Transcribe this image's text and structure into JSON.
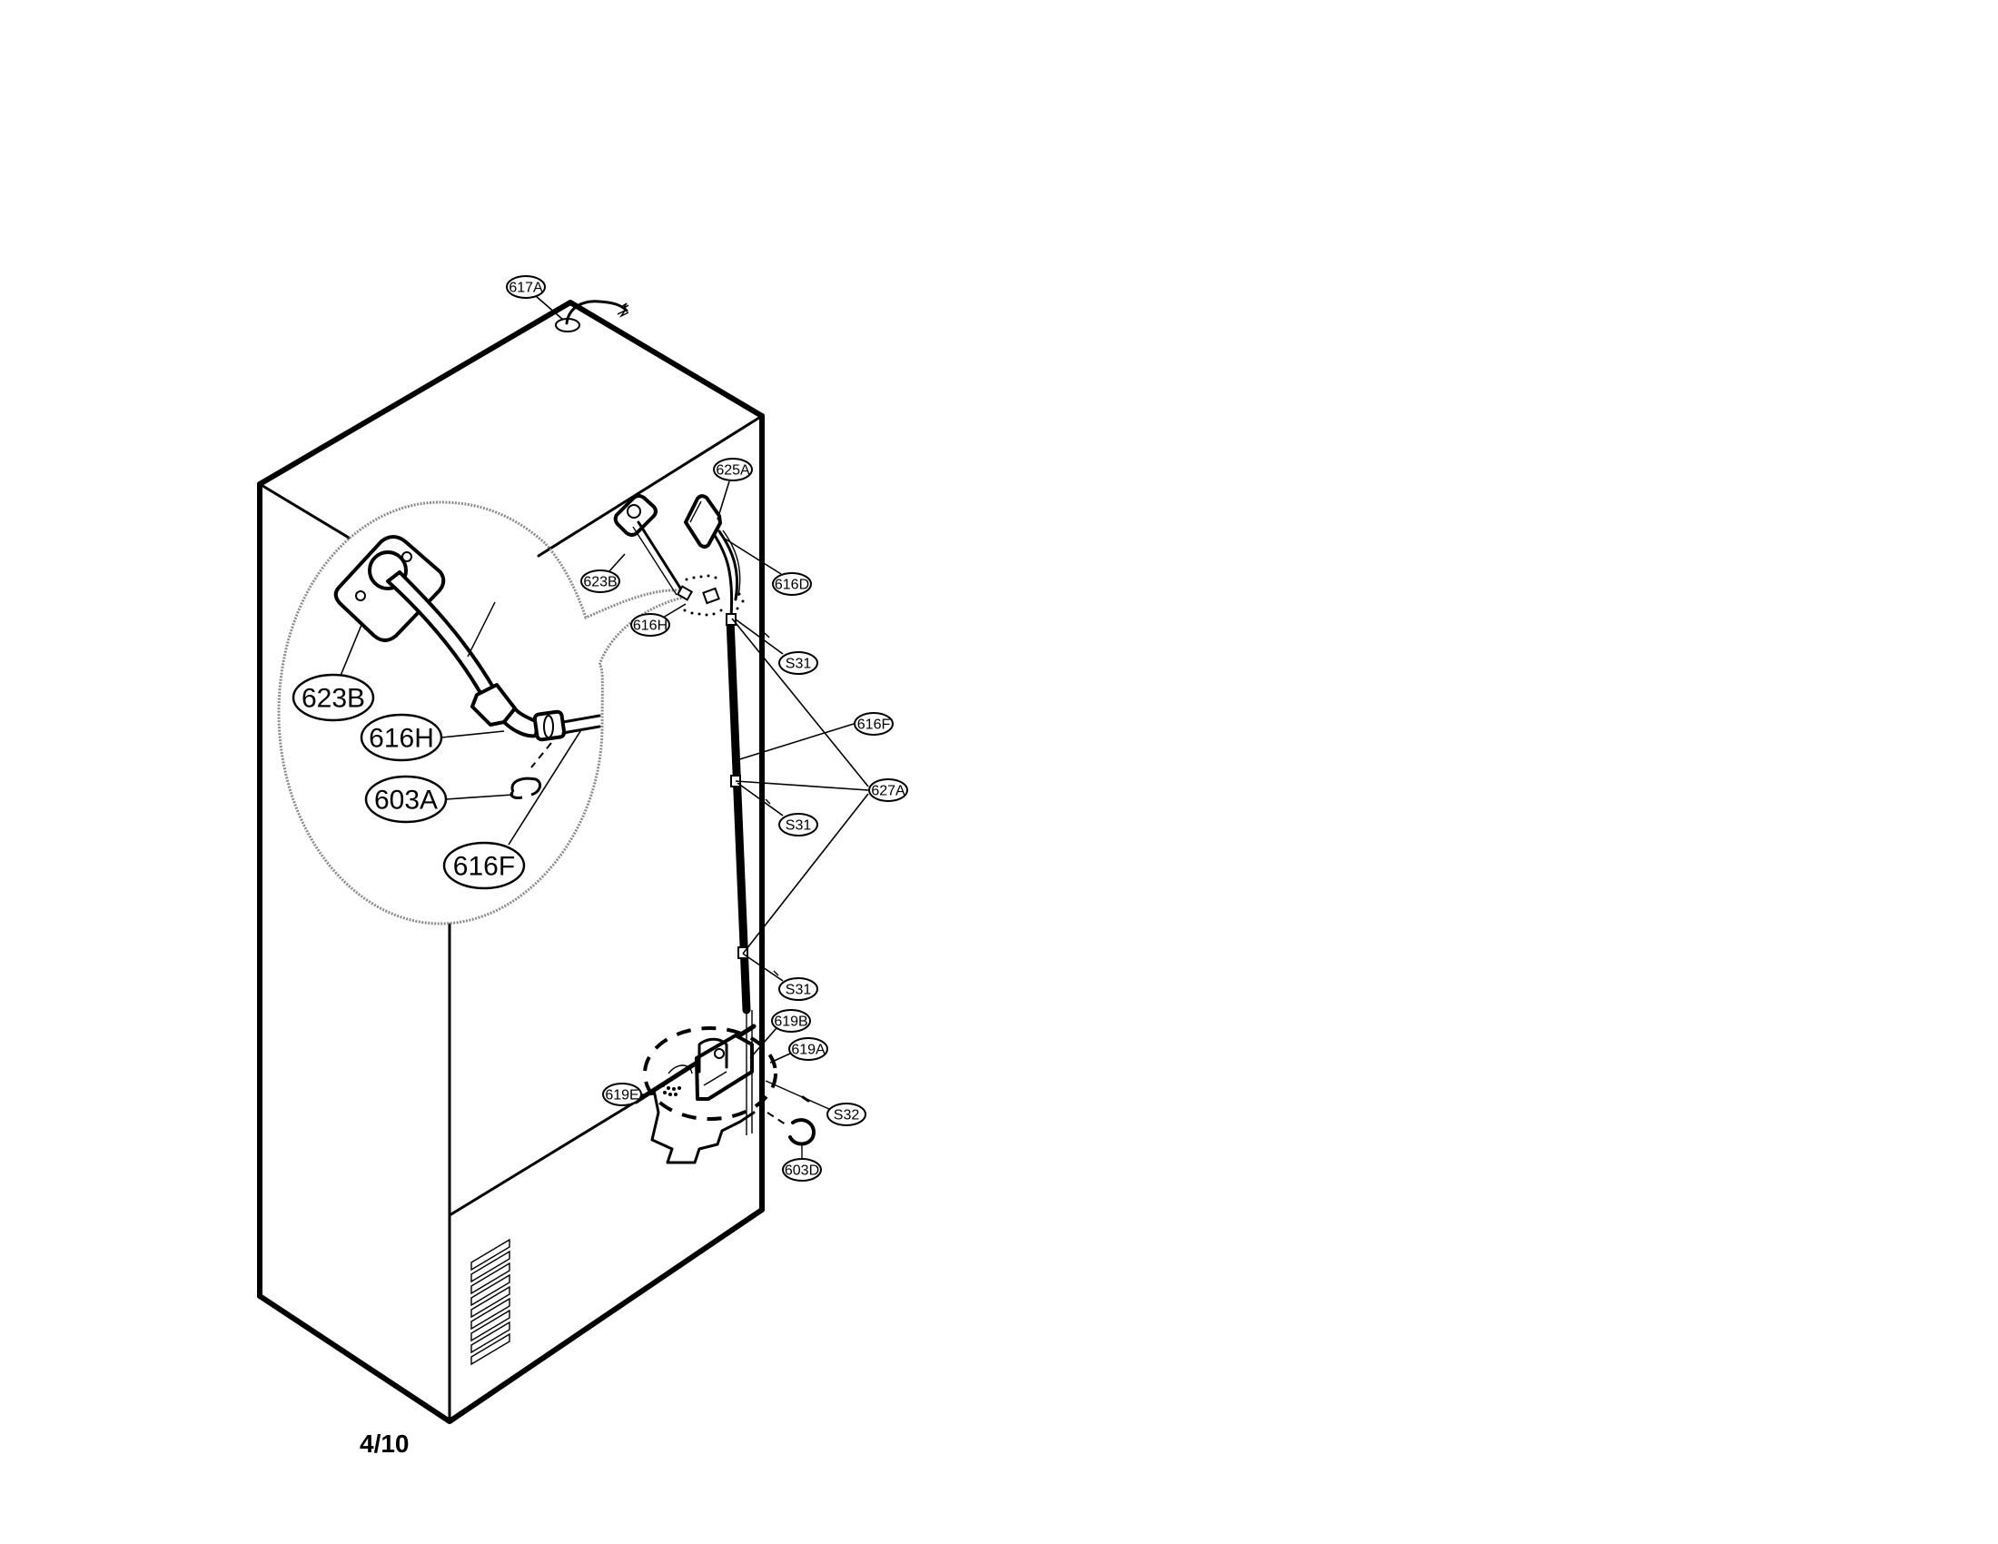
{
  "diagram": {
    "subject": "refrigerator cabinet rear view - water line / water valve assembly",
    "page_number": "4/10",
    "callouts": {
      "c617A": "617A",
      "c625A": "625A",
      "c623B_small": "623B",
      "c616D": "616D",
      "c616H_small": "616H",
      "c616F_small": "616F",
      "c627A": "627A",
      "c S31_1": "S31",
      "cS31_1": "S31",
      "cS31_2": "S31",
      "cS31_3": "S31",
      "c619B": "619B",
      "c619A": "619A",
      "c619E": "619E",
      "cS32": "S32",
      "c603D": "603D"
    },
    "detail_callouts": {
      "c623B": "623B",
      "c616H": "616H",
      "c603A": "603A",
      "c616F": "616F"
    }
  }
}
